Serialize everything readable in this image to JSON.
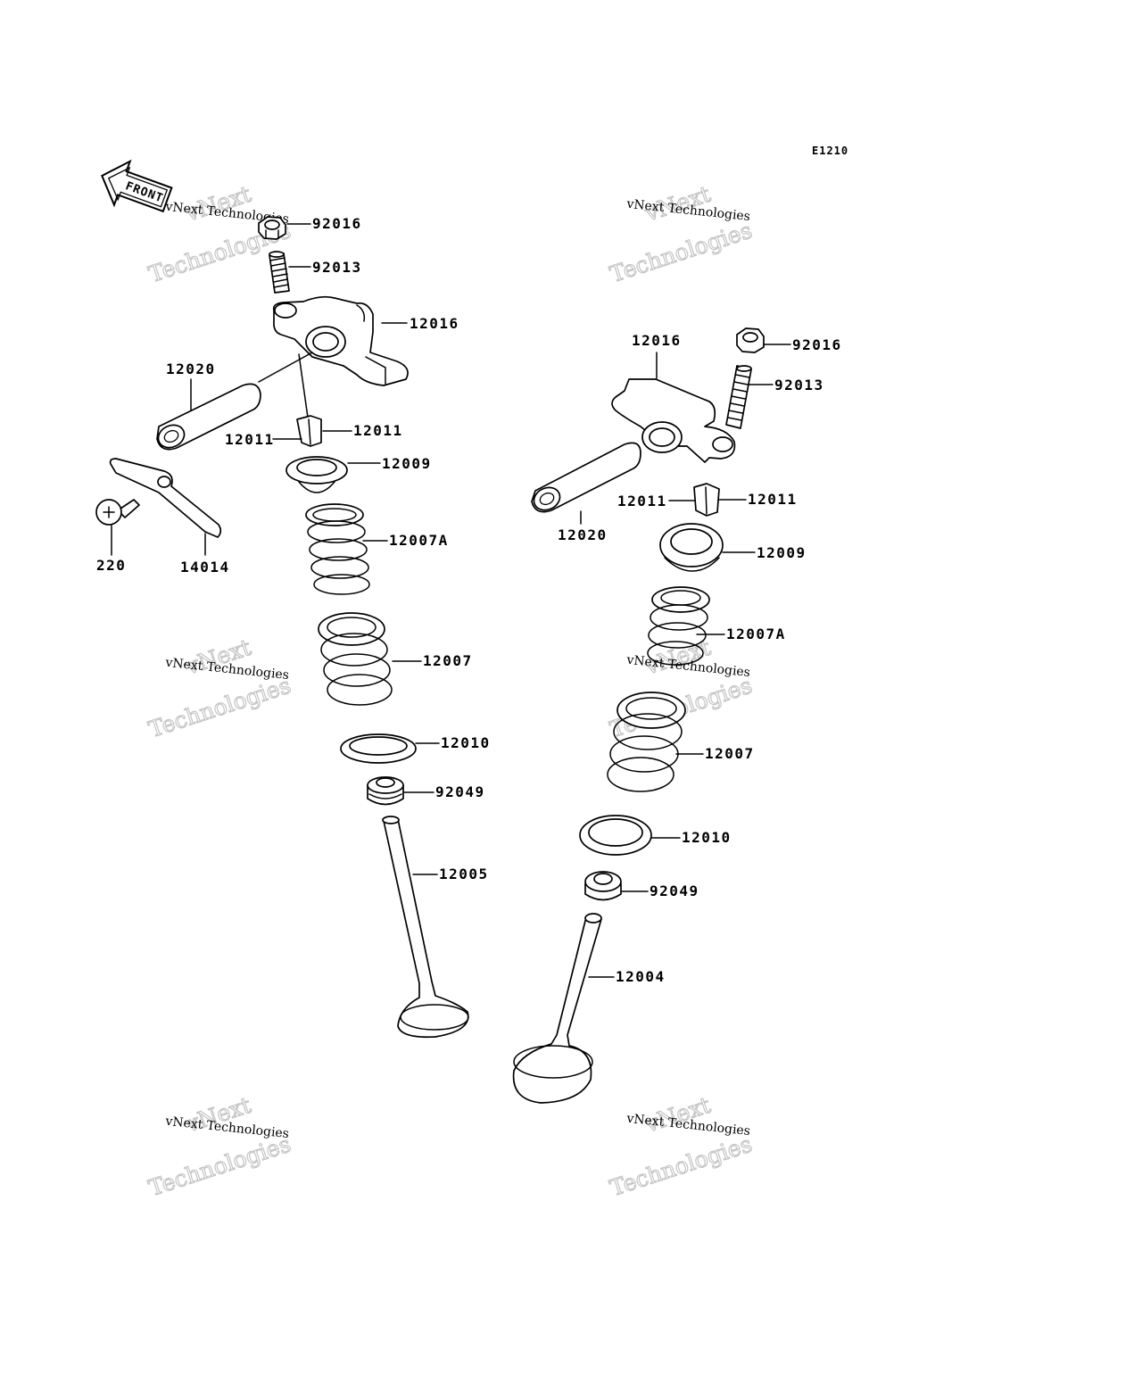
{
  "diagram": {
    "code": "E1210",
    "front_label": "FRONT",
    "watermark": {
      "small": "vNext Technologies",
      "large_top": "vNext",
      "large_bottom": "Technologies"
    },
    "left_labels": {
      "nut": "92016",
      "adjust_screw": "92013",
      "rocker_arm": "12016",
      "shaft": "12020",
      "cotter_left": "12011",
      "cotter_right": "12011",
      "retainer": "12009",
      "inner_spring": "12007A",
      "screw": "220",
      "plate": "14014",
      "outer_spring": "12007",
      "spring_seat": "12010",
      "stem_seal": "92049",
      "valve": "12005"
    },
    "right_labels": {
      "rocker_arm": "12016",
      "nut": "92016",
      "adjust_screw": "92013",
      "cotter_left": "12011",
      "cotter_right": "12011",
      "shaft": "12020",
      "retainer": "12009",
      "inner_spring": "12007A",
      "outer_spring": "12007",
      "spring_seat": "12010",
      "stem_seal": "92049",
      "valve": "12004"
    }
  }
}
